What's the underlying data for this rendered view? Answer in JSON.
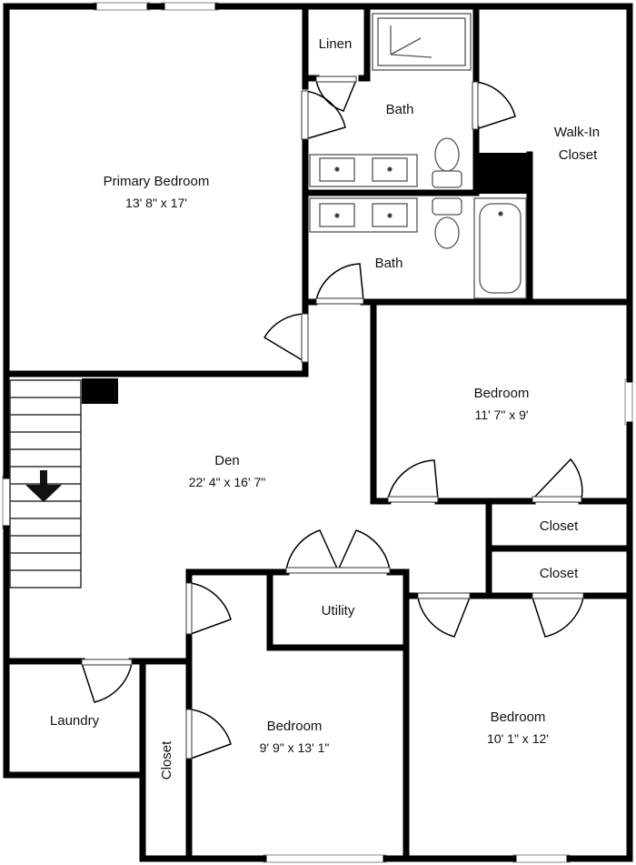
{
  "colors": {
    "wall": "#000000",
    "fixture": "#555555",
    "background": "#ffffff"
  },
  "rooms": {
    "primary_bedroom": {
      "name": "Primary Bedroom",
      "size": "13' 8\" x 17'"
    },
    "linen": {
      "name": "Linen"
    },
    "bath_upper": {
      "name": "Bath"
    },
    "bath_lower": {
      "name": "Bath"
    },
    "walk_in_closet": {
      "line1": "Walk-In",
      "line2": "Closet"
    },
    "bedroom_east": {
      "name": "Bedroom",
      "size": "11' 7\" x 9'"
    },
    "den": {
      "name": "Den",
      "size": "22' 4\" x 16' 7\""
    },
    "closet_1": {
      "name": "Closet"
    },
    "closet_2": {
      "name": "Closet"
    },
    "utility": {
      "name": "Utility"
    },
    "laundry": {
      "name": "Laundry"
    },
    "closet_vertical": {
      "name": "Closet"
    },
    "bedroom_center": {
      "name": "Bedroom",
      "size": "9' 9\" x 13' 1\""
    },
    "bedroom_southeast": {
      "name": "Bedroom",
      "size": "10' 1\" x 12'"
    }
  },
  "icons": {
    "stairs": "down-arrow-icon"
  }
}
